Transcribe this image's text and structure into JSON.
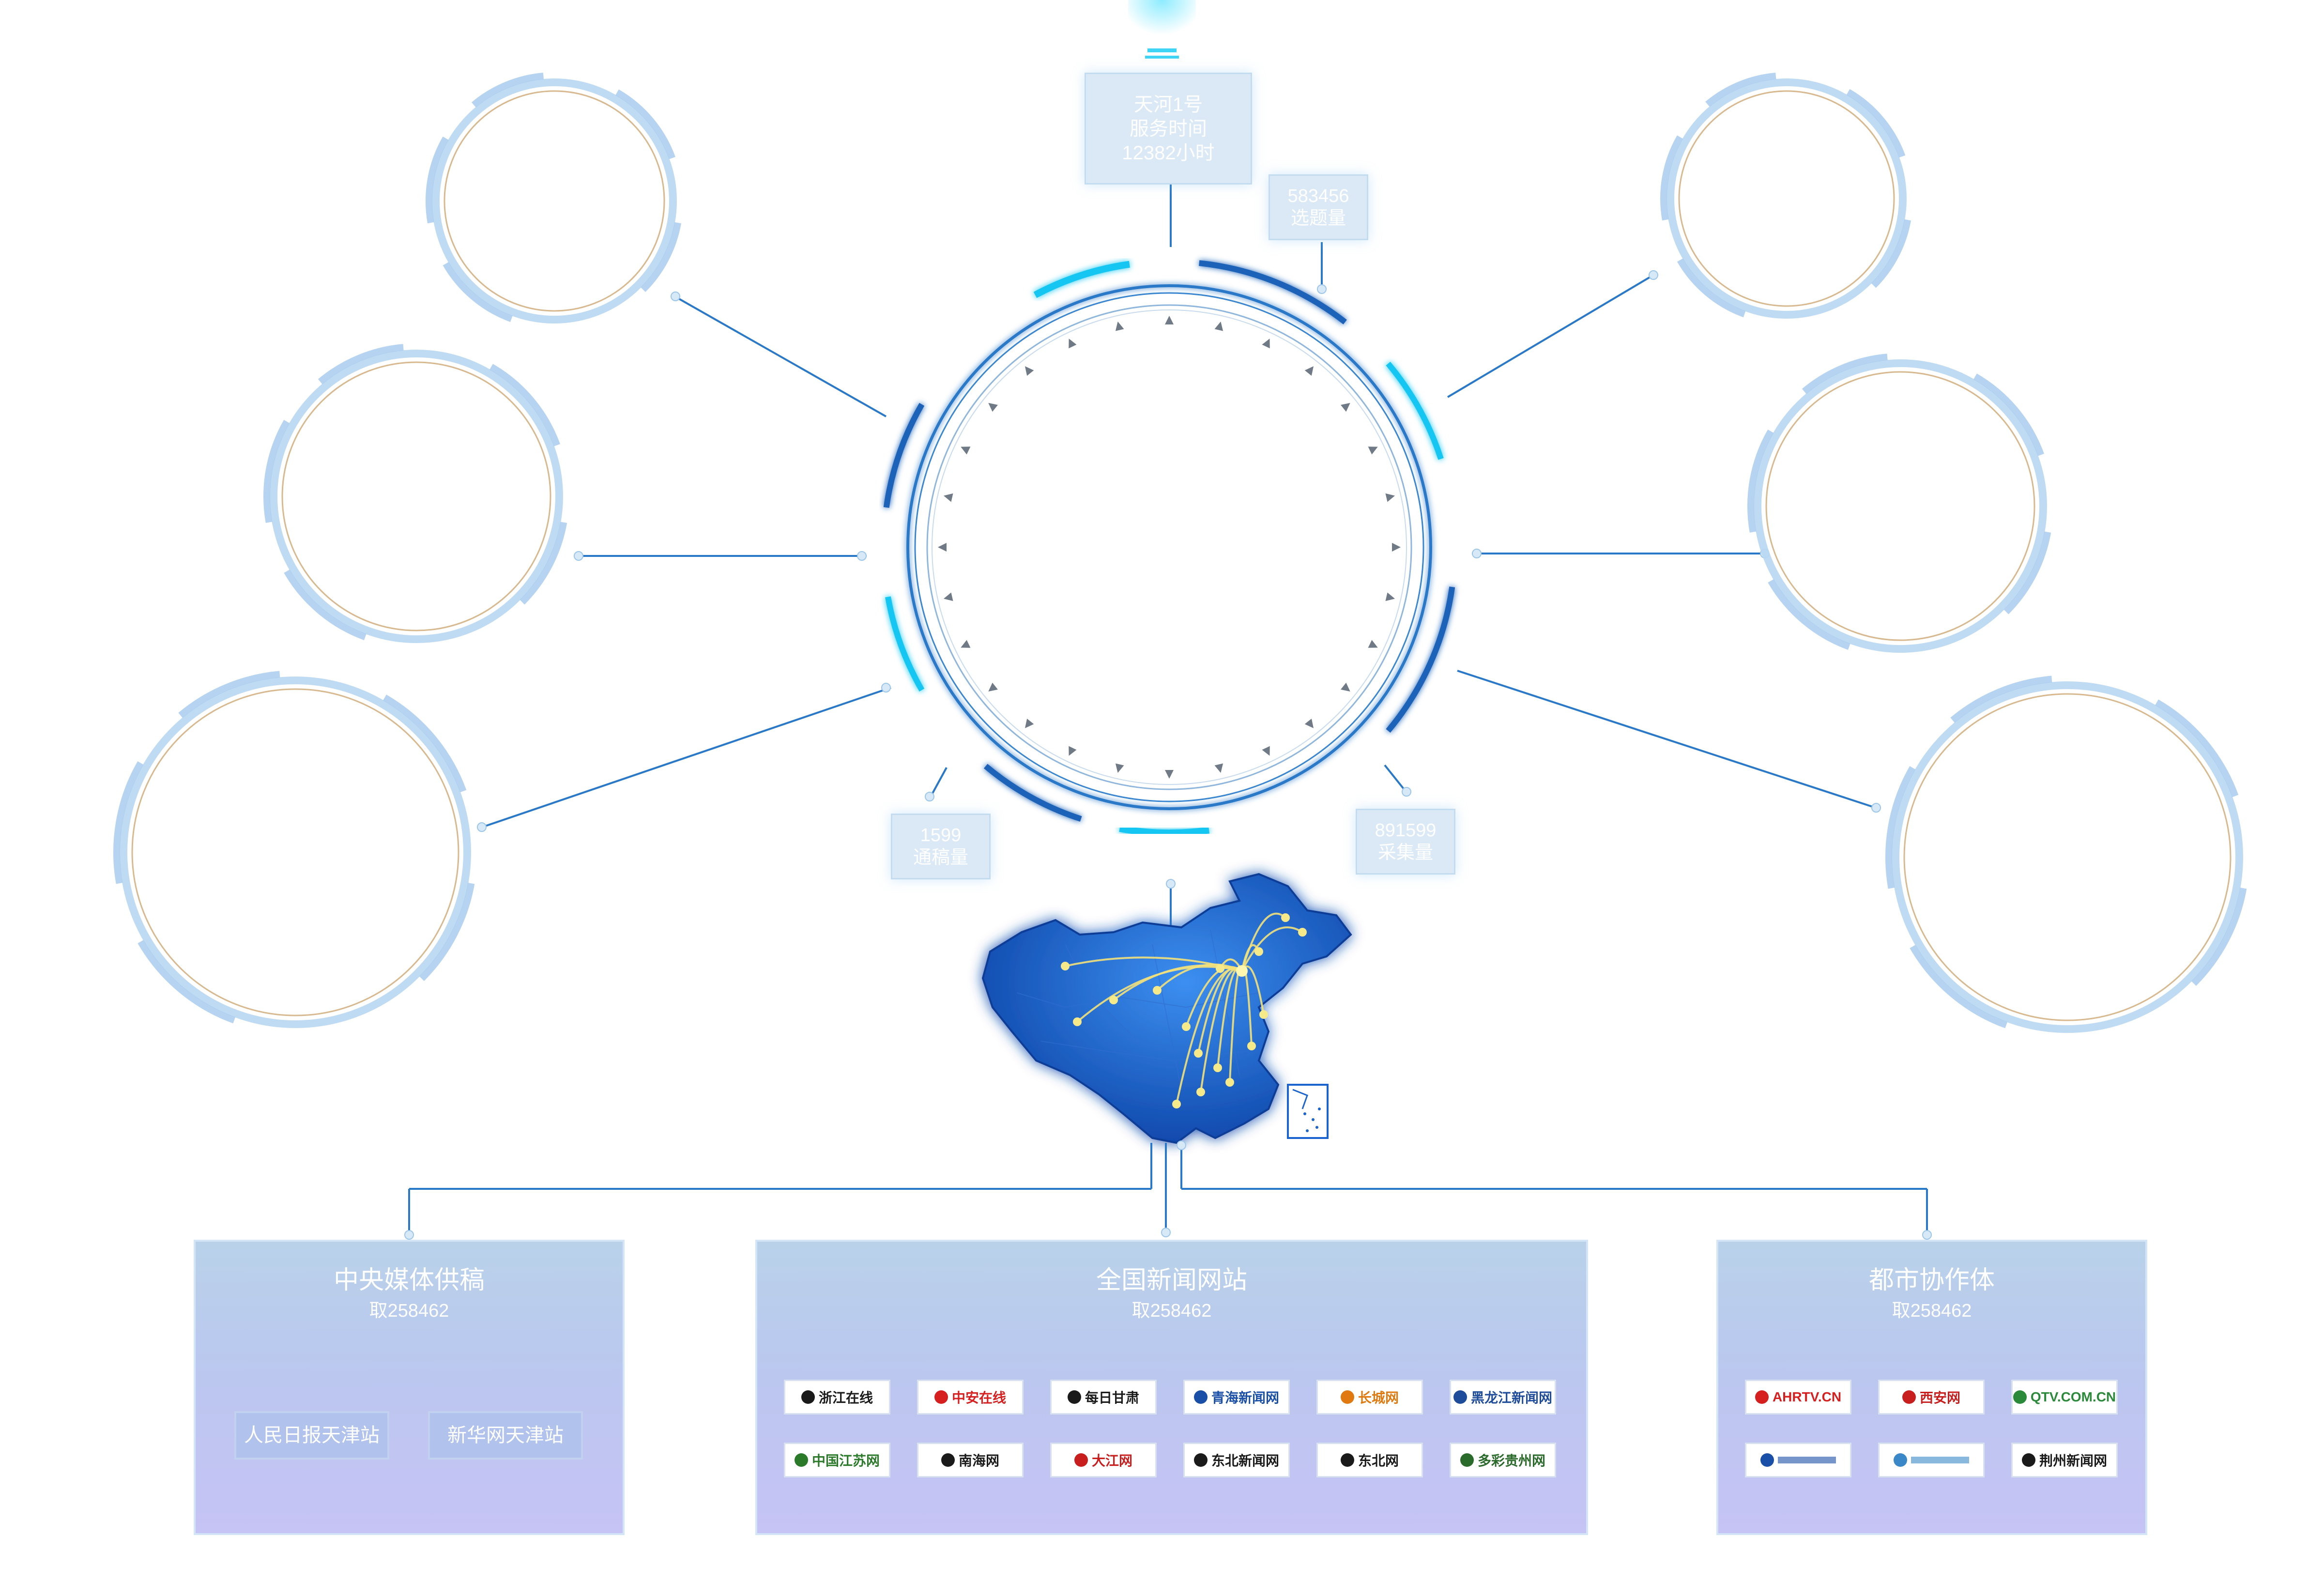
{
  "colors": {
    "accent_cyan": "#19c6f2",
    "accent_blue": "#1f62b8",
    "ring_blue": "#2a78c8",
    "panel_top": "#b9d2ea",
    "panel_bottom": "#c6c3f5",
    "map_blue": "#1b63cf",
    "route_yellow": "#f3e17a"
  },
  "top_box": {
    "title": "天河1号",
    "line2": "服务时间",
    "line3": "12382小时"
  },
  "stats": {
    "topic": {
      "value": "583456",
      "label": "选题量"
    },
    "pass": {
      "value": "1599",
      "label": "通稿量"
    },
    "collect": {
      "value": "891599",
      "label": "采集量"
    }
  },
  "left_circles": [
    "circle-left-top",
    "circle-left-middle",
    "circle-left-bottom"
  ],
  "right_circles": [
    "circle-right-top",
    "circle-right-middle",
    "circle-right-bottom"
  ],
  "map": {
    "icon": "china-map-icon",
    "inset_icon": "south-china-sea-inset-icon"
  },
  "panels": {
    "central": {
      "title": "中央媒体供稿",
      "sub": "取258462",
      "buttons": [
        "人民日报天津站",
        "新华网天津站"
      ]
    },
    "national": {
      "title": "全国新闻网站",
      "sub": "取258462",
      "logos": [
        {
          "text": "浙江在线",
          "color": "#1a1a1a",
          "icon": "zjol-logo-icon"
        },
        {
          "text": "中安在线",
          "color": "#d62020",
          "icon": "anhuinews-logo-icon"
        },
        {
          "text": "每日甘肃",
          "color": "#1a1a1a",
          "icon": "gansu-logo-icon"
        },
        {
          "text": "青海新闻网",
          "color": "#1a4fa8",
          "icon": "qhnews-logo-icon"
        },
        {
          "text": "长城网",
          "color": "#e07a10",
          "icon": "hebei-logo-icon"
        },
        {
          "text": "黑龙江新闻网",
          "color": "#1f4c9a",
          "icon": "hljnews-logo-icon"
        },
        {
          "text": "中国江苏网",
          "color": "#2a7a2a",
          "icon": "jschina-logo-icon"
        },
        {
          "text": "南海网",
          "color": "#1a1a1a",
          "icon": "hinews-logo-icon"
        },
        {
          "text": "大江网",
          "color": "#c81e1e",
          "icon": "jxnews-logo-icon"
        },
        {
          "text": "东北新闻网",
          "color": "#1a1a1a",
          "icon": "nen-logo-icon"
        },
        {
          "text": "东北网",
          "color": "#1a1a1a",
          "icon": "dbw-logo-icon"
        },
        {
          "text": "多彩贵州网",
          "color": "#2a6a2a",
          "icon": "gog-logo-icon"
        }
      ]
    },
    "metro": {
      "title": "都市协作体",
      "sub": "取258462",
      "logos": [
        {
          "text": "AHRTV.CN",
          "color": "#d62020",
          "icon": "ahrtv-logo-icon"
        },
        {
          "text": "西安网",
          "color": "#c81e1e",
          "icon": "xiancn-logo-icon"
        },
        {
          "text": "QTV.COM.CN",
          "color": "#2a8a3a",
          "icon": "qtv-logo-icon"
        },
        {
          "text": "",
          "color": "#1a4fa8",
          "icon": "metro-logo-4-icon"
        },
        {
          "text": "",
          "color": "#3a88c8",
          "icon": "metro-logo-5-icon"
        },
        {
          "text": "荆州新闻网",
          "color": "#1a1a1a",
          "icon": "jznews-logo-icon"
        }
      ]
    }
  }
}
